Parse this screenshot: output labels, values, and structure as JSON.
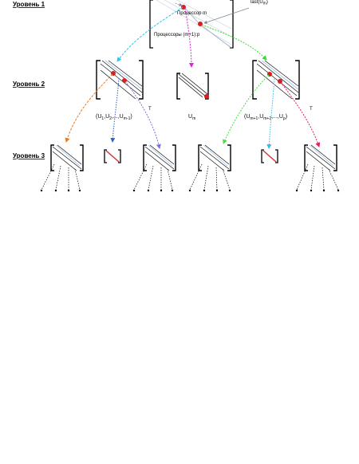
{
  "levels": {
    "level1": "Уровень 1",
    "level2": "Уровень 2",
    "level3": "Уровень 3"
  },
  "top_block": {
    "processor_m": "Процессор m",
    "processors_range": "Процессоры (m+1):p",
    "last_label": "last(U",
    "last_sub": "m",
    "last_close": ")"
  },
  "level2_labels": {
    "left": {
      "open": "(U",
      "s1": "1",
      "c1": ",U",
      "s2": "2",
      "c2": ",...,U",
      "s3": "m-1",
      "close": ")"
    },
    "left_sup": "T",
    "center": {
      "main": "U",
      "sub": "m"
    },
    "right": {
      "open": "(U",
      "s1": "m+1",
      "c1": ",U",
      "s2": "m+2",
      "c2": ",...,U",
      "s3": "p",
      "close": ")"
    },
    "right_sup": "T"
  },
  "colors": {
    "cyan": "#29c8ee",
    "magenta": "#e020e0",
    "green": "#33dd33",
    "orange": "#f07a1e",
    "blue": "#3060cc",
    "violet": "#7a70e0",
    "lightgreen": "#44e044",
    "skyblue": "#33bbee",
    "crimson": "#e0205a",
    "dot": "#d42020"
  }
}
